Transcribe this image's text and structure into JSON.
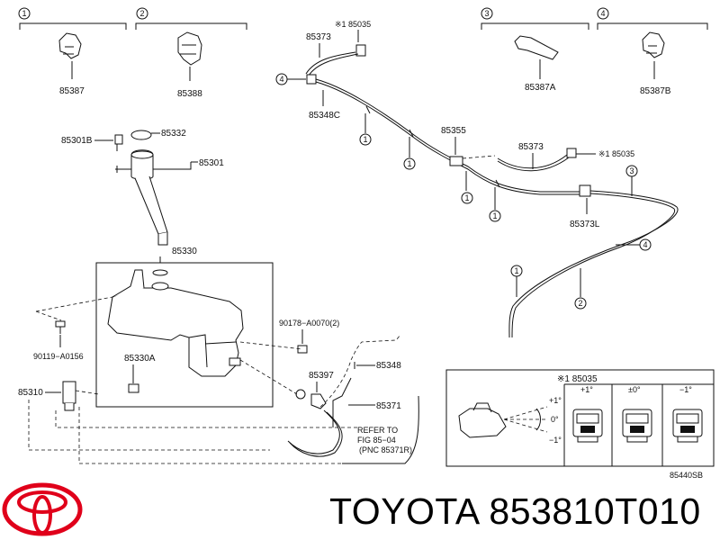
{
  "parts": {
    "p1_header_num": "1",
    "p2_header_num": "2",
    "p3_header_num": "3",
    "p4_header_num": "4",
    "clip_85387": "85387",
    "clip_85388": "85388",
    "clip_85387A": "85387A",
    "clip_85387B": "85387B",
    "note_85035_top": "※1 85035",
    "hose_85373_top": "85373",
    "joint_85348C": "85348C",
    "bolt_85301B": "85301B",
    "cap_85332": "85332",
    "inlet_85301": "85301",
    "tank_85330": "85330",
    "bolt_90119": "90119−A0156",
    "pump_85310": "85310",
    "seal_85330A": "85330A",
    "nut_90178": "90178−A0070(2)",
    "grommet_85397": "85397",
    "plug_85348": "85348",
    "hose_85371": "85371",
    "joint_85355": "85355",
    "hose_85373_mid": "85373",
    "note_85035_mid": "※1 85035",
    "nozzle_85373L": "85373L",
    "refer_line1": "REFER TO",
    "refer_line2": "FIG 85−04",
    "refer_line3": "(PNC 85371R)",
    "inset_title": "※1 85035",
    "inset_col1": "+1°",
    "inset_col2": "±0°",
    "inset_col3": "−1°",
    "angle_plus": "+1°",
    "angle_zero": "0°",
    "angle_minus": "−1°",
    "diagram_code": "85440SB"
  },
  "brand": {
    "title": "TOYOTA 853810T010",
    "logo_color": "#e0001a"
  }
}
